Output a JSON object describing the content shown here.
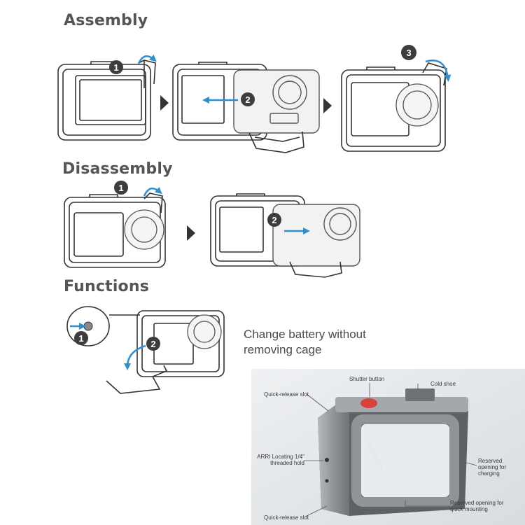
{
  "sections": {
    "assembly": "Assembly",
    "disassembly": "Disassembly",
    "functions": "Functions"
  },
  "steps": {
    "s1": "1",
    "s2": "2",
    "s3": "3"
  },
  "functions_caption": {
    "line1": "Change battery without",
    "line2": "removing cage"
  },
  "photo": {
    "brand": "PGYTECH",
    "callouts": {
      "shutter": "Shutter button",
      "cold_shoe": "Cold shoe",
      "qr_top": "Quick-release slot",
      "arri_1": "ARRI Locating 1/4\"",
      "arri_2": "threaded hold",
      "charge_1": "Reserved",
      "charge_2": "opening for",
      "charge_3": "charging",
      "mount_1": "Reserved opening for",
      "mount_2": "quick mounting",
      "qr_bottom": "Quick-release slot"
    }
  },
  "colors": {
    "accent_arrow": "#2f8fd0",
    "badge": "#3d3d3d",
    "line_art": "#333333",
    "heading": "#555555",
    "shutter_red": "#d8423a",
    "cage_metal": "#8f9499"
  },
  "icons": {
    "step_arrow": "triangle-right-icon",
    "direction": "arrow-icon",
    "rotation": "curved-arrow-icon"
  }
}
